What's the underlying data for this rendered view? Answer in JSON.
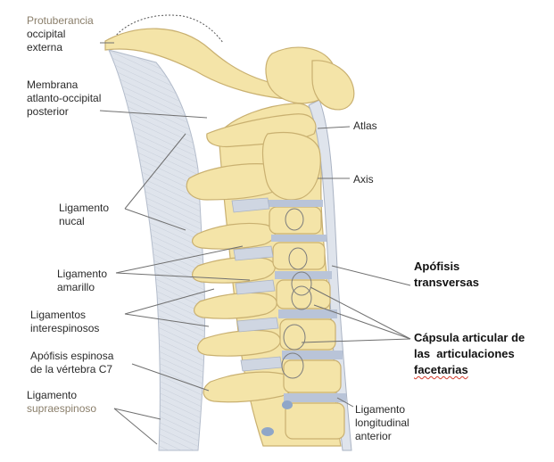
{
  "left_labels": {
    "protuberancia": [
      "Protuberancia",
      "occipital",
      "externa"
    ],
    "membrana": [
      "Membrana",
      "atlanto-occipital",
      "posterior"
    ],
    "nucal": [
      "Ligamento",
      "nucal"
    ],
    "amarillo": [
      "Ligamento",
      "amarillo"
    ],
    "interespinosos": [
      "Ligamentos",
      "interespinosos"
    ],
    "apofisis_c7": [
      "Apófisis espinosa",
      "de la vértebra C7"
    ],
    "supraespinoso": [
      "Ligamento",
      "supraespinoso"
    ]
  },
  "right_labels": {
    "atlas": "Atlas",
    "axis": "Axis",
    "longitudinal": [
      "Ligamento",
      "longitudinal",
      "anterior"
    ]
  },
  "bold_labels": {
    "transversas": [
      "Apófisis",
      "transversas"
    ],
    "capsula": [
      "Cápsula articular de",
      "las  articulaciones",
      "facetarias"
    ]
  },
  "colors": {
    "bone": "#f4e4a8",
    "bone_edge": "#c9b070",
    "ligament": "#dfe4ec",
    "disc": "#b9c4d8",
    "leader": "#707070"
  }
}
